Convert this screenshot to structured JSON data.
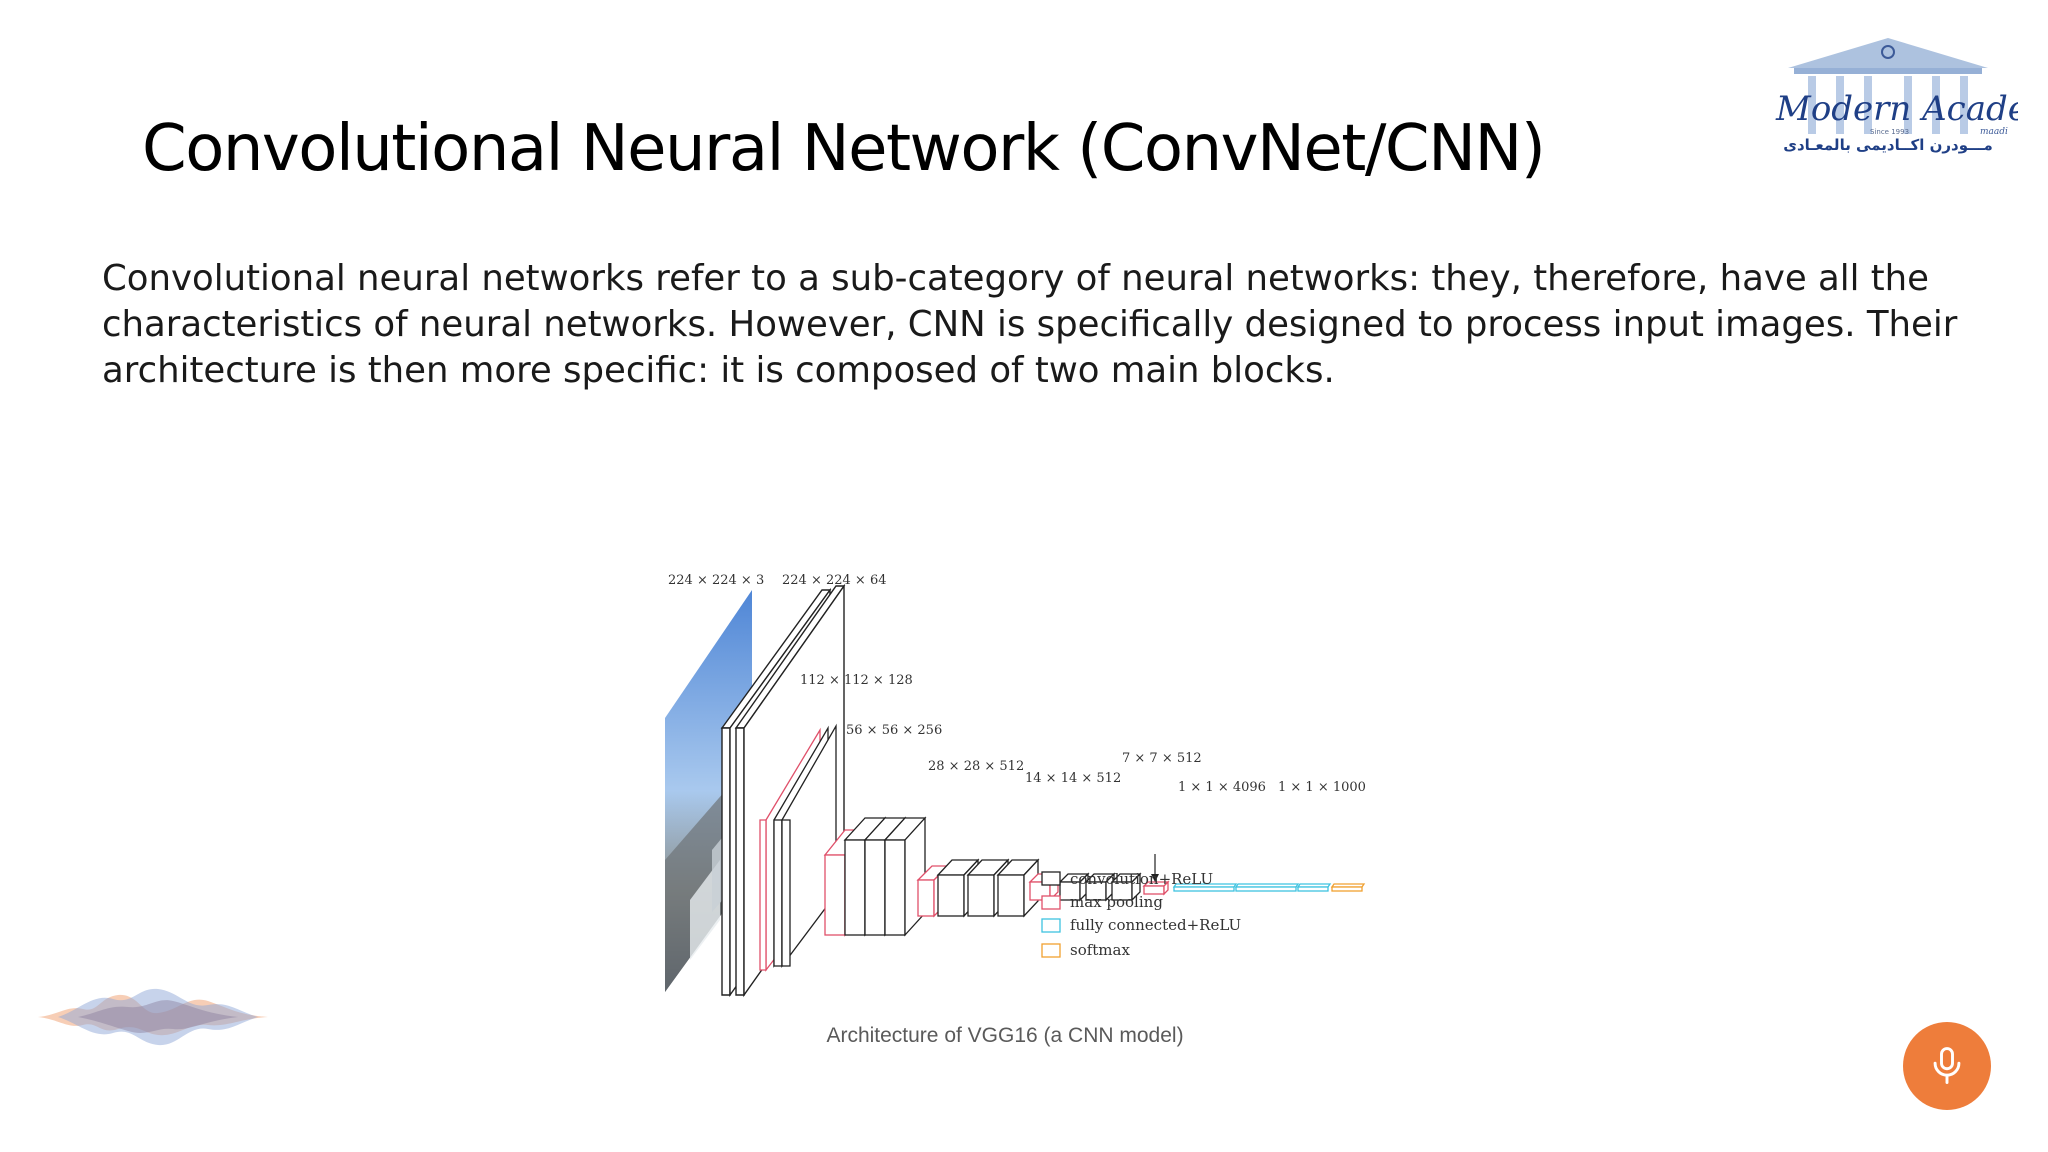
{
  "slide": {
    "title": "Convolutional Neural Network (ConvNet/CNN)",
    "paragraph": "Convolutional neural networks refer to a sub-category of neural networks: they, therefore, have all the characteristics of neural networks. However, CNN is specifically designed to process input images. Their architecture is then more specific: it is composed of two main blocks."
  },
  "logo": {
    "name": "Modern Academy",
    "since": "Since 1993",
    "location": "maadi",
    "arabic": "مـــودرن اكــاديمى بالمعـادى"
  },
  "diagram": {
    "caption": "Architecture of VGG16 (a CNN model)",
    "dimension_labels": [
      "224 × 224 × 3",
      "224 × 224 × 64",
      "112 × 112 × 128",
      "56 × 56 × 256",
      "28 × 28 × 512",
      "14 × 14 × 512",
      "7 × 7 × 512",
      "1 × 1 × 4096",
      "1 × 1 × 1000"
    ],
    "legend": [
      {
        "label": "convolution+ReLU",
        "color": "#222222"
      },
      {
        "label": "max pooling",
        "color": "#e0506a"
      },
      {
        "label": "fully connected+ReLU",
        "color": "#3ec3e0"
      },
      {
        "label": "softmax",
        "color": "#f0a030"
      }
    ]
  },
  "controls": {
    "mic_icon": "microphone-icon",
    "accent_color": "#ee7d3b"
  }
}
